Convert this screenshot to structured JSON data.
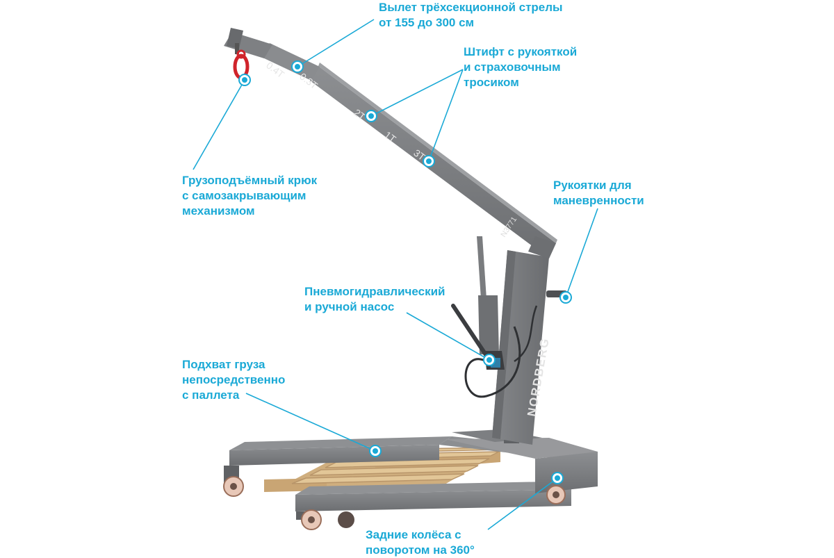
{
  "boom_marks": [
    "0.4T",
    "0.3T",
    "2T",
    "1T",
    "3T"
  ],
  "model_label": "N3771",
  "brand_label": "NORDBERG",
  "callouts": {
    "boom_reach": [
      "Вылет трёхсекционной стрелы",
      "от 155 до 300 см"
    ],
    "pin": [
      "Штифт с рукояткой",
      "и страховочным",
      "тросиком"
    ],
    "hook": [
      "Грузоподъёмный крюк",
      "с самозакрывающим",
      "механизмом"
    ],
    "handles": [
      "Рукоятки для",
      "маневренности"
    ],
    "pump": [
      "Пневмогидравлический",
      "и ручной насос"
    ],
    "pallet": [
      "Подхват груза",
      "непосредственно",
      "с паллета"
    ],
    "wheels": [
      "Задние колёса с",
      "поворотом на 360°"
    ]
  },
  "colors": {
    "callout": "#1aa9d6",
    "frame": "#7a7c7f",
    "frame_dark": "#5f6164",
    "frame_light": "#9a9c9f",
    "wood": "#d8b88a",
    "wood_dark": "#b8956a",
    "hook": "#d0242b"
  }
}
